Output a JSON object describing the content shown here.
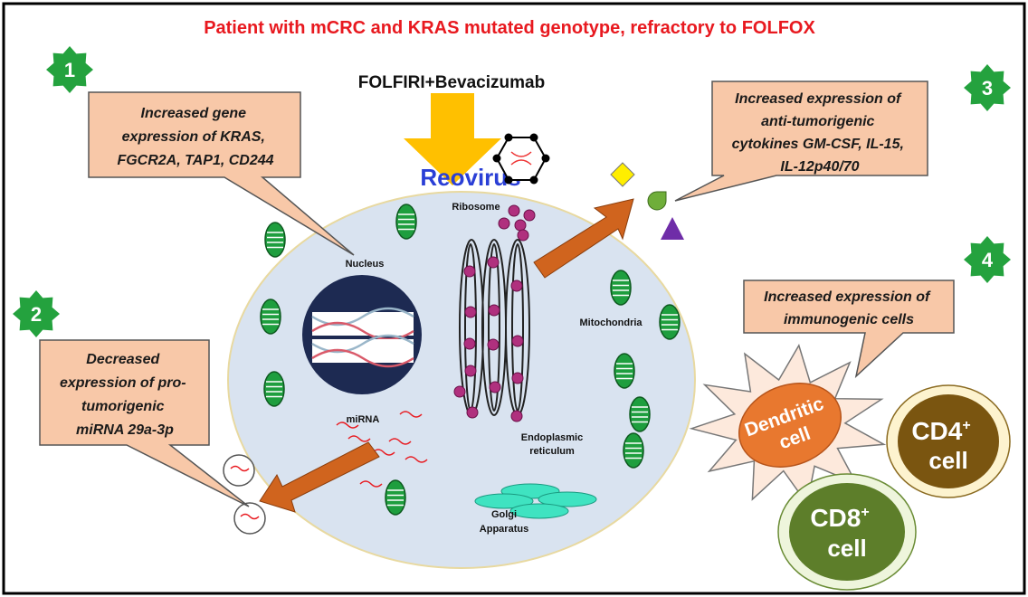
{
  "title": "Patient with mCRC and KRAS mutated genotype, refractory to FOLFOX",
  "treatment": "FOLFIRI+Bevacizumab",
  "virus": "Reovirus",
  "labels": {
    "ribosome": "Ribosome",
    "nucleus": "Nucleus",
    "mitochondria": "Mitochondria",
    "mirna": "miRNA",
    "er_line1": "Endoplasmic",
    "er_line2": "reticulum",
    "golgi_line1": "Golgi",
    "golgi_line2": "Apparatus"
  },
  "callouts": [
    {
      "number": "1",
      "lines": [
        "Increased gene",
        "expression of KRAS,",
        "FGCR2A, TAP1, CD244"
      ]
    },
    {
      "number": "2",
      "lines": [
        "Decreased",
        "expression of pro-",
        "tumorigenic",
        "miRNA 29a-3p"
      ]
    },
    {
      "number": "3",
      "lines": [
        "Increased expression of",
        "anti-tumorigenic",
        "cytokines GM-CSF, IL-15,",
        "IL-12p40/70"
      ]
    },
    {
      "number": "4",
      "lines": [
        "Increased expression of",
        "immunogenic cells"
      ]
    }
  ],
  "immune_cells": {
    "dendritic_line1": "Dendritic",
    "dendritic_line2": "cell",
    "cd4_main": "CD4",
    "cd4_sup": "+",
    "cd4_line2": "cell",
    "cd8_main": "CD8",
    "cd8_sup": "+",
    "cd8_line2": "cell"
  },
  "colors": {
    "title_red": "#e8191f",
    "virus_blue": "#2a3fd6",
    "callout_fill": "#f8c8a8",
    "arrow_yellow": "#ffc000",
    "arrow_orange": "#d0641e",
    "cell_fill": "#d9e3f0",
    "nucleus_fill": "#1d2a52",
    "mito_green": "#1e9e3e",
    "er_dot": "#b0307e",
    "golgi": "#3fe3c1",
    "badge_green": "#24a23e",
    "dendritic": "#e8782f",
    "cd4": "#7a5510",
    "cd8": "#5d7e2a"
  }
}
